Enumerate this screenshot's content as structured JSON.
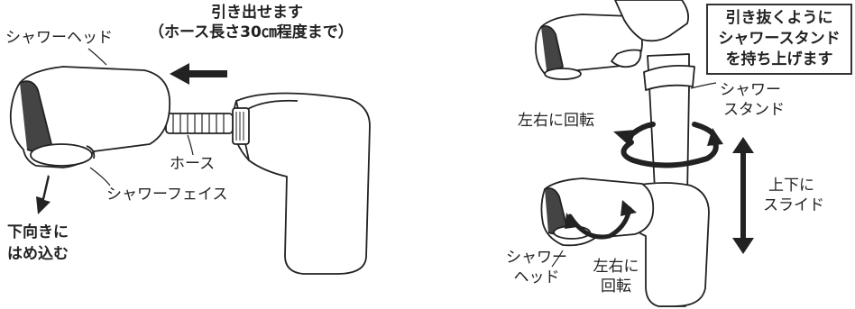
{
  "left": {
    "pull_out_line1": "引き出せます",
    "pull_out_line2": "（ホース長さ30㎝程度まで）",
    "shower_head": "シャワーヘッド",
    "hose": "ホース",
    "shower_face": "シャワーフェイス",
    "push_in_line1": "下向きに",
    "push_in_line2": "はめ込む"
  },
  "right": {
    "lift_line1": "引き抜くように",
    "lift_line2": "シャワースタンド",
    "lift_line3": "を持ち上げます",
    "stand_line1": "シャワー",
    "stand_line2": "スタンド",
    "rotate_lr": "左右に回転",
    "slide_line1": "上下に",
    "slide_line2": "スライド",
    "head_line1": "シャワー",
    "head_line2": "ヘッド",
    "rotate2_line1": "左右に",
    "rotate2_line2": "回転"
  }
}
